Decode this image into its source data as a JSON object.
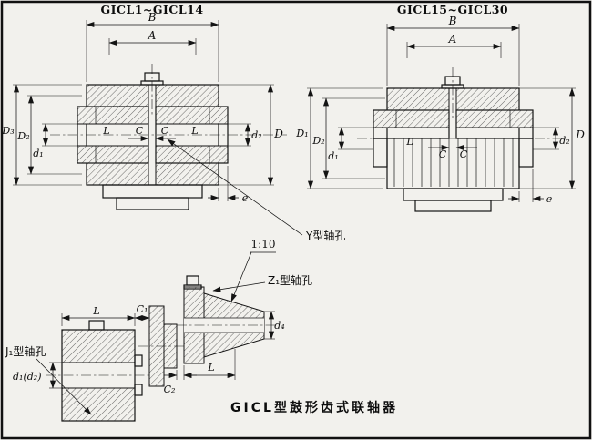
{
  "style": {
    "ink_hex": "#141414",
    "paper_hex": "#f2f1ed"
  },
  "views": {
    "left": {
      "title": "GⅠCL1~GⅠCL14",
      "dims": {
        "B": "B",
        "A": "A",
        "D3": "D₃",
        "D2": "D₂",
        "d1": "d₁",
        "L1": "L",
        "C1": "C",
        "C2": "C",
        "L2": "L",
        "d2": "d₂",
        "D": "D",
        "e": "e"
      }
    },
    "right": {
      "title": "GⅠCL15~GⅠCL30",
      "dims": {
        "B": "B",
        "A": "A",
        "D1": "D₁",
        "D2": "D₂",
        "d1": "d₁",
        "L": "L",
        "C1": "C",
        "C2": "C",
        "d2": "d₂",
        "D": "D",
        "e": "e"
      }
    },
    "detail": {
      "taper": "1:10",
      "hole_labels": {
        "y": "Y型轴孔",
        "z": "Z₁型轴孔",
        "j": "J₁型轴孔"
      },
      "dims": {
        "L_top": "L",
        "C1": "C₁",
        "C2": "C₂",
        "L_bottom": "L",
        "d4": "d₄",
        "d1d2": "d₁(d₂)"
      }
    },
    "caption": "GⅠCL型鼓形齿式联轴器"
  }
}
